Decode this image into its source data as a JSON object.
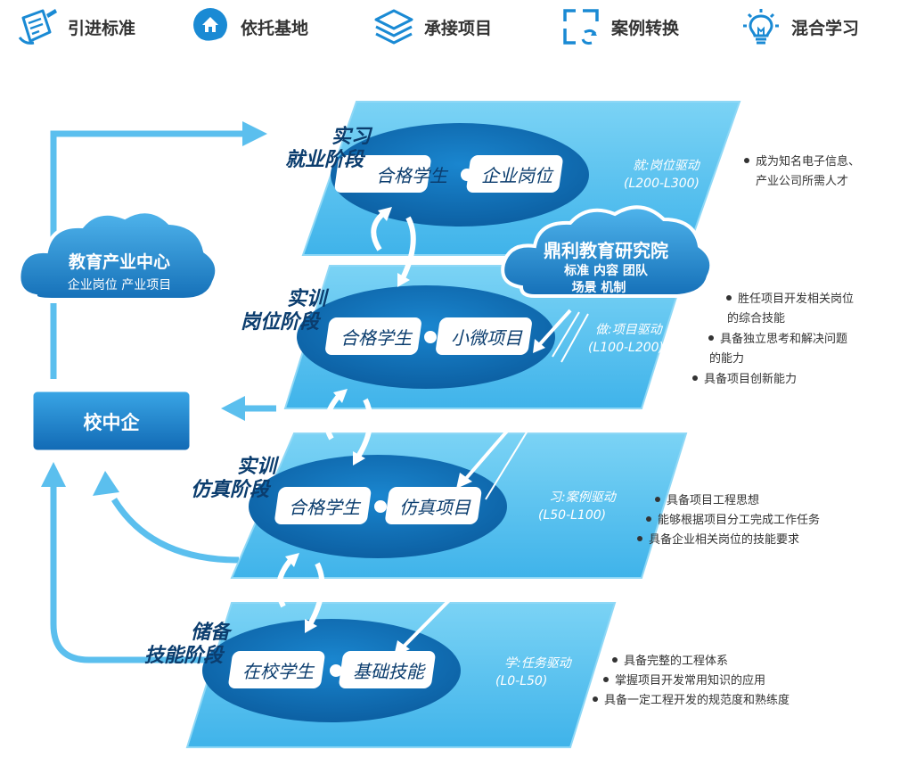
{
  "tabs": [
    {
      "label": "引进标准",
      "icon": "document-pen-icon"
    },
    {
      "label": "依托基地",
      "icon": "hand-house-icon"
    },
    {
      "label": "承接项目",
      "icon": "layers-icon"
    },
    {
      "label": "案例转换",
      "icon": "convert-arrows-icon"
    },
    {
      "label": "混合学习",
      "icon": "lightbulb-icon"
    }
  ],
  "left": {
    "cloud_title": "教育产业中心",
    "cloud_sub": "企业岗位   产业项目",
    "box_label": "校中企"
  },
  "institute": {
    "title": "鼎利教育研究院",
    "line1": "标准    内容    团队",
    "line2": "场景    机制"
  },
  "stages": [
    {
      "title_lines": [
        "实习",
        "就业阶段"
      ],
      "left_text": "合格学生",
      "right_text": "企业岗位",
      "drive": "就:岗位驱动",
      "level": "(L200-L300)",
      "bullets": [
        "成为知名电子信息、",
        "产业公司所需人才"
      ]
    },
    {
      "title_lines": [
        "实训",
        "岗位阶段"
      ],
      "left_text": "合格学生",
      "right_text": "小微项目",
      "drive": "做:项目驱动",
      "level": "(L100-L200)",
      "bullets": [
        "胜任项目开发相关岗位",
        "的综合技能",
        "具备独立思考和解决问题",
        "的能力",
        "具备项目创新能力"
      ]
    },
    {
      "title_lines": [
        "实训",
        "仿真阶段"
      ],
      "left_text": "合格学生",
      "right_text": "仿真项目",
      "drive": "习:案例驱动",
      "level": "(L50-L100)",
      "bullets": [
        "具备项目工程思想",
        "能够根据项目分工完成工作任务",
        "具备企业相关岗位的技能要求"
      ]
    },
    {
      "title_lines": [
        "储备",
        "技能阶段"
      ],
      "left_text": "在校学生",
      "right_text": "基础技能",
      "drive": "学:任务驱动",
      "level": "(L0-L50)",
      "bullets": [
        "具备完整的工程体系",
        "掌握项目开发常用知识的应用",
        "具备一定工程开发的规范度和熟练度"
      ]
    }
  ],
  "colors": {
    "panel": "#5ec4ef",
    "panel_edge": "#3aa9df",
    "ellipse": "#0e6db3",
    "pill": "#ffffff",
    "arrow": "#5bbfee",
    "text_dark": "#0b3d6e",
    "bullet": "#333333"
  }
}
